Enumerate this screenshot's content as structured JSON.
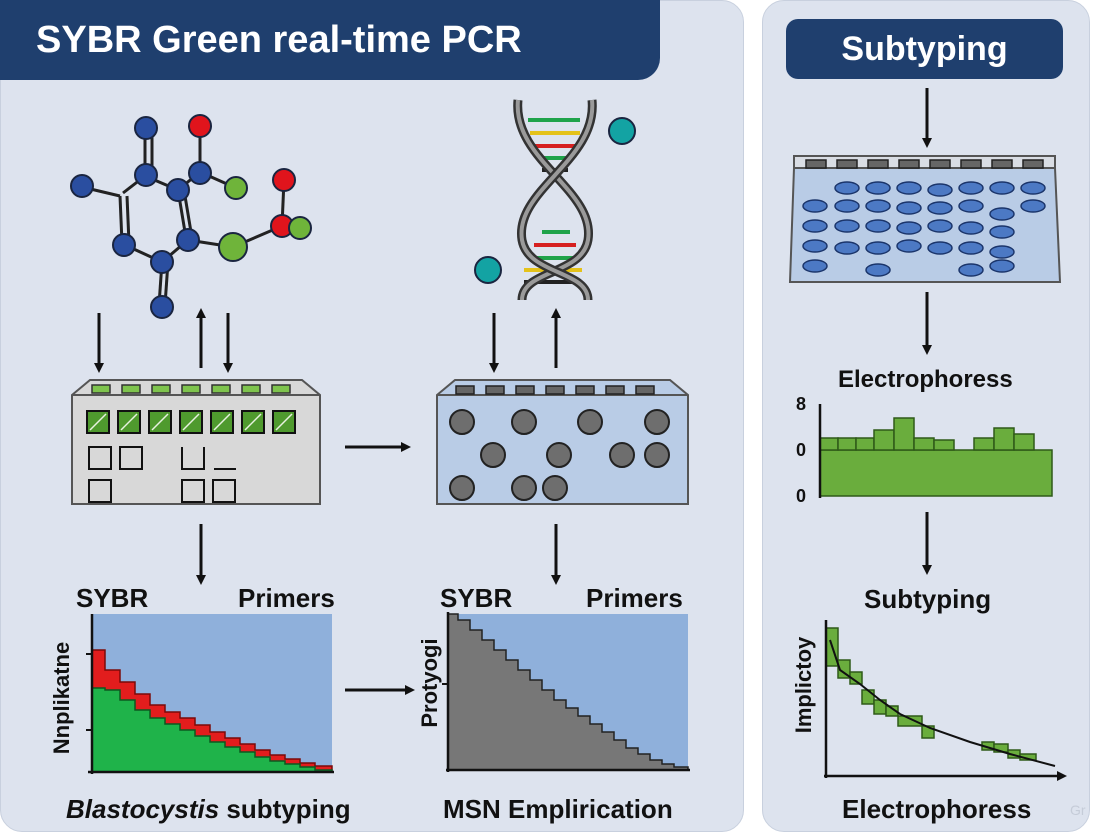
{
  "header": {
    "title": "SYBR Green real-time PCR"
  },
  "side": {
    "title": "Subtyping"
  },
  "left_chart": {
    "top_left_label": "SYBR",
    "top_right_label": "Primers",
    "y_label": "Nnplikatne",
    "caption_italic": "Blastocystis",
    "caption_rest": " subtyping",
    "colors": {
      "red": "#e21d1d",
      "green": "#1fb34a",
      "bg": "#8fb0db"
    }
  },
  "middle_chart": {
    "top_left_label": "SYBR",
    "top_right_label": "Primers",
    "y_label": "Protyogi",
    "caption": "MSN Emplirication",
    "colors": {
      "gray": "#777777",
      "bg": "#8fb0db"
    }
  },
  "electro": {
    "title": "Electrophoress",
    "y_ticks": [
      "8",
      "0",
      "0"
    ],
    "color": "#6aad3d"
  },
  "subtyping": {
    "title": "Subtyping",
    "y_label": "Implictoy",
    "caption": "Electrophoress",
    "color": "#6aad3d"
  },
  "watermark": "Gr"
}
